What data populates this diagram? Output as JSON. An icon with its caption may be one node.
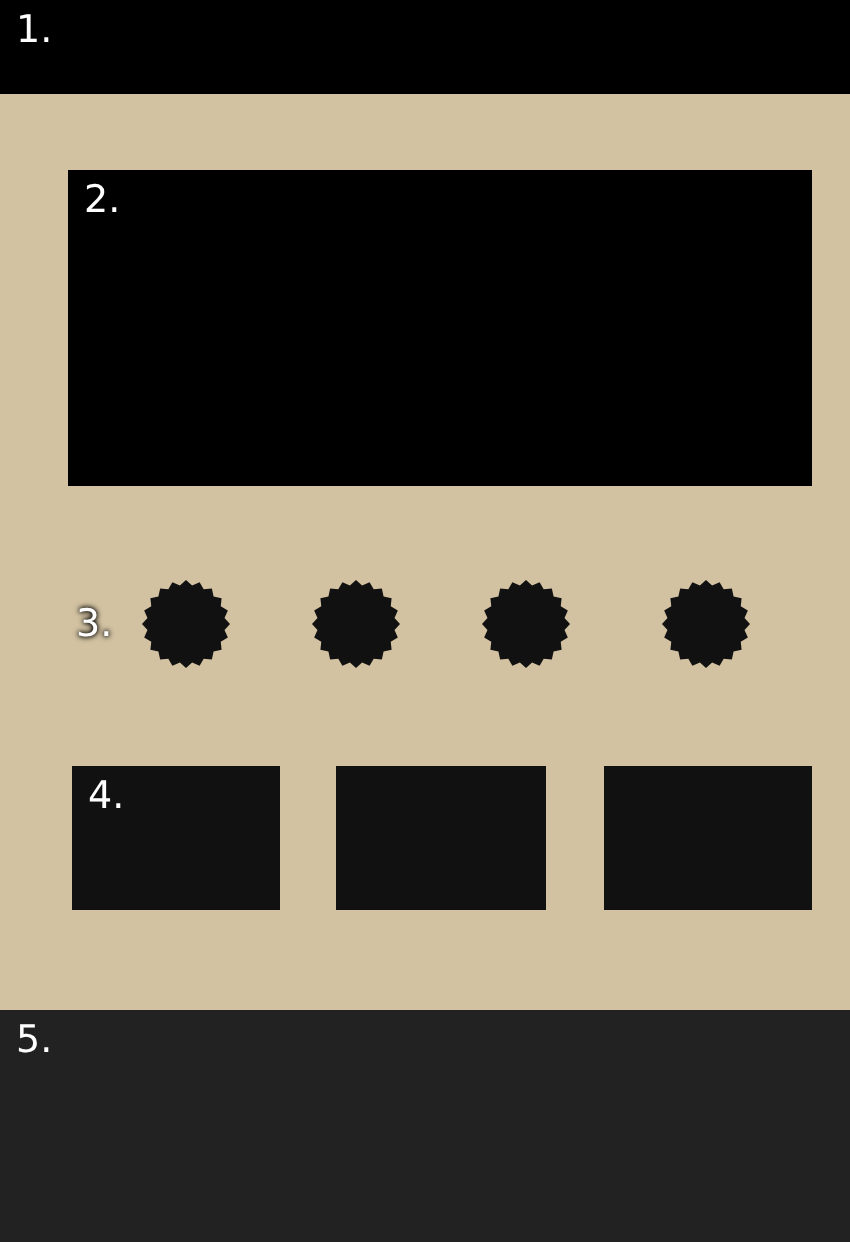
{
  "diagram": {
    "nodes": [
      {
        "text": [
          "1."
        ]
      },
      {
        "text": [
          "2."
        ]
      },
      {
        "text": [],
        "shape": "circle"
      },
      {
        "text": [],
        "shape": "circle"
      },
      {
        "text": [],
        "shape": "circle"
      },
      {
        "text": [],
        "shape": "circle"
      },
      {
        "text": [
          "4."
        ]
      },
      {
        "text": [],
        "shape": "box"
      },
      {
        "text": [],
        "shape": "box"
      },
      {
        "text": [
          "5."
        ]
      }
    ],
    "labels": [
      "3."
    ]
  }
}
